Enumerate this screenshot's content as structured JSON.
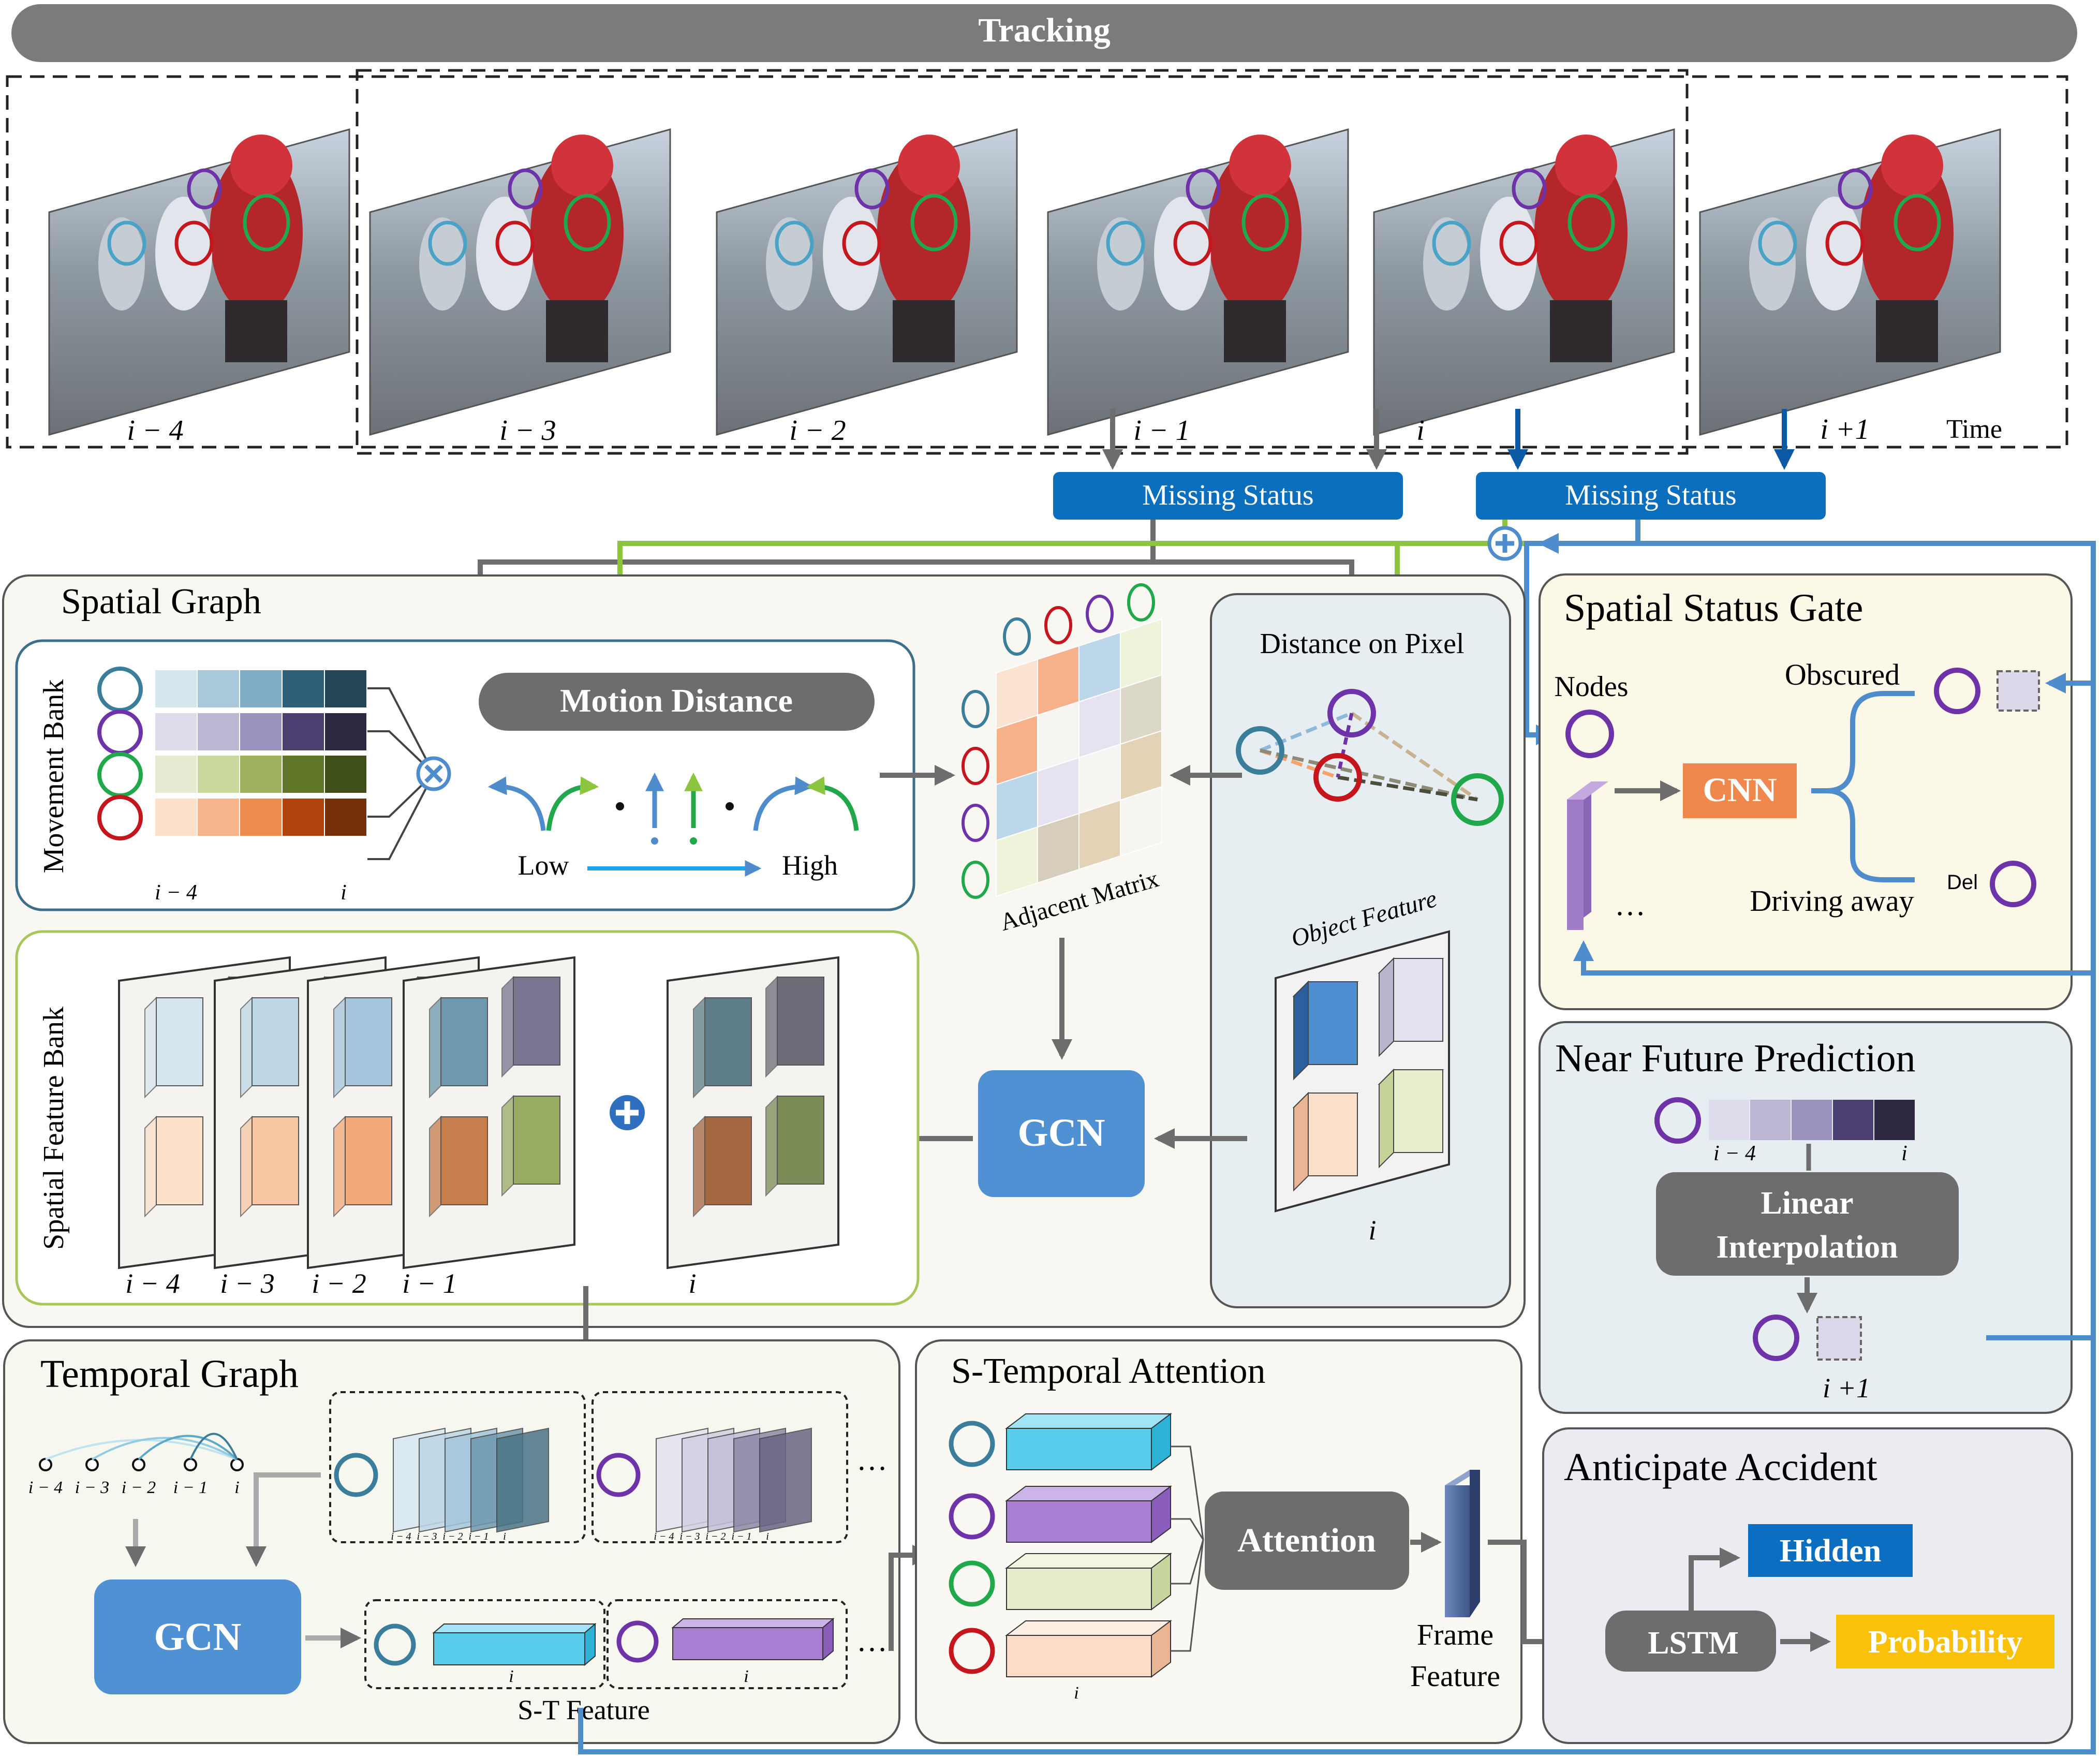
{
  "tracking": {
    "title": "Tracking",
    "frame_labels": [
      "i − 4",
      "i − 3",
      "i − 2",
      "i − 1",
      "i",
      "i +1"
    ],
    "time_label": "Time",
    "missing_status_labels": [
      "Missing Status",
      "Missing Status"
    ]
  },
  "spatial_graph": {
    "title": "Spatial Graph",
    "movement_bank": {
      "title": "Movement Bank",
      "axis_start": "i − 4",
      "axis_end": "i",
      "palette": [
        [
          "#d6e6ef",
          "#a9c9da",
          "#7faec6",
          "#2e6079",
          "#234757"
        ],
        [
          "#dedbea",
          "#bdb6d3",
          "#9a91bd",
          "#4a3f6f",
          "#2e2843"
        ],
        [
          "#e5ecd1",
          "#c9d89d",
          "#9fb35f",
          "#5f7628",
          "#3f4f19"
        ],
        [
          "#fce0cc",
          "#f8b48a",
          "#ef8a4d",
          "#b1440d",
          "#75300a"
        ]
      ]
    },
    "motion_distance": {
      "label": "Motion Distance",
      "low": "Low",
      "high": "High"
    },
    "adjacent_matrix_label": "Adjacent Matrix",
    "distance_on_pixel_label": "Distance on Pixel",
    "object_feature_label": "Object Feature",
    "object_feature_index": "i",
    "spatial_feature_bank": {
      "title": "Spatial Feature Bank",
      "labels": [
        "i − 4",
        "i − 3",
        "i − 2",
        "i − 1",
        "i"
      ]
    },
    "gcn_label": "GCN"
  },
  "spatial_status_gate": {
    "title": "Spatial Status Gate",
    "nodes_label": "Nodes",
    "cnn_label": "CNN",
    "obscured_label": "Obscured",
    "driving_away_label": "Driving away",
    "del_label": "Del",
    "ellipsis": "…"
  },
  "near_future_prediction": {
    "title": "Near Future Prediction",
    "axis_start": "i − 4",
    "axis_end": "i",
    "method_line1": "Linear",
    "method_line2": "Interpolation",
    "output_label": "i +1"
  },
  "temporal_graph": {
    "title": "Temporal Graph",
    "node_labels": [
      "i − 4",
      "i − 3",
      "i − 2",
      "i − 1",
      "i"
    ],
    "gcn_label": "GCN",
    "st_feature_label": "S-T Feature",
    "index_label": "i",
    "ellipsis": "…"
  },
  "st_attention": {
    "title": "S-Temporal Attention",
    "attention_label": "Attention",
    "frame_feature_line1": "Frame",
    "frame_feature_line2": "Feature",
    "index_label": "i"
  },
  "anticipate_accident": {
    "title": "Anticipate Accident",
    "lstm_label": "LSTM",
    "hidden_label": "Hidden",
    "probability_label": "Probability"
  },
  "colors": {
    "teal_node": "#3a7e9b",
    "purple_node": "#6e33a8",
    "green_node": "#20a84b",
    "red_node": "#c4161c",
    "blue_button": "#0c6fbe",
    "gcn_blue": "#4f91d2",
    "dark_grey": "#6d6d6d",
    "cnn_orange": "#f0874d",
    "probability_yellow": "#f9c10a",
    "hidden_blue": "#0b6ec0",
    "flow_blue": "#4f8ccb",
    "flow_green": "#8cc63e"
  }
}
